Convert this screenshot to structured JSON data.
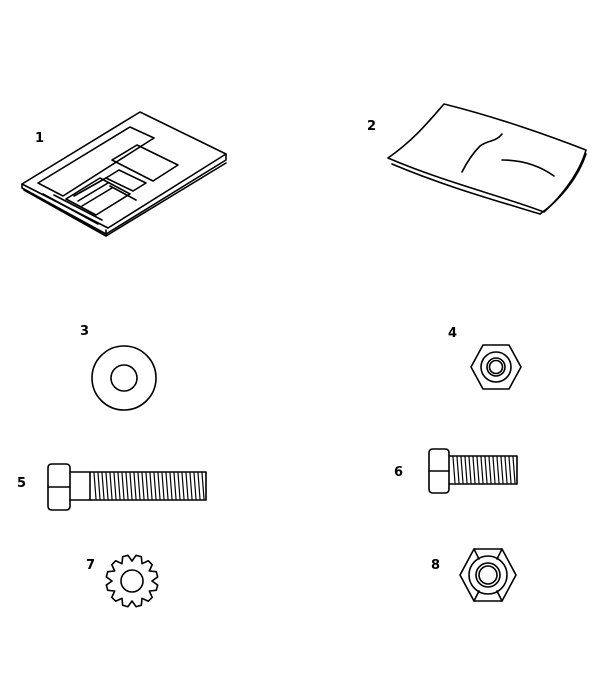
{
  "parts": [
    {
      "number": "1",
      "item": "manual-icon"
    },
    {
      "number": "2",
      "item": "parts-bag-icon"
    },
    {
      "number": "3",
      "item": "flat-washer-icon"
    },
    {
      "number": "4",
      "item": "lock-nut-icon"
    },
    {
      "number": "5",
      "item": "long-hex-bolt-icon"
    },
    {
      "number": "6",
      "item": "short-hex-bolt-icon"
    },
    {
      "number": "7",
      "item": "star-lock-washer-icon"
    },
    {
      "number": "8",
      "item": "flange-lock-nut-icon"
    }
  ]
}
